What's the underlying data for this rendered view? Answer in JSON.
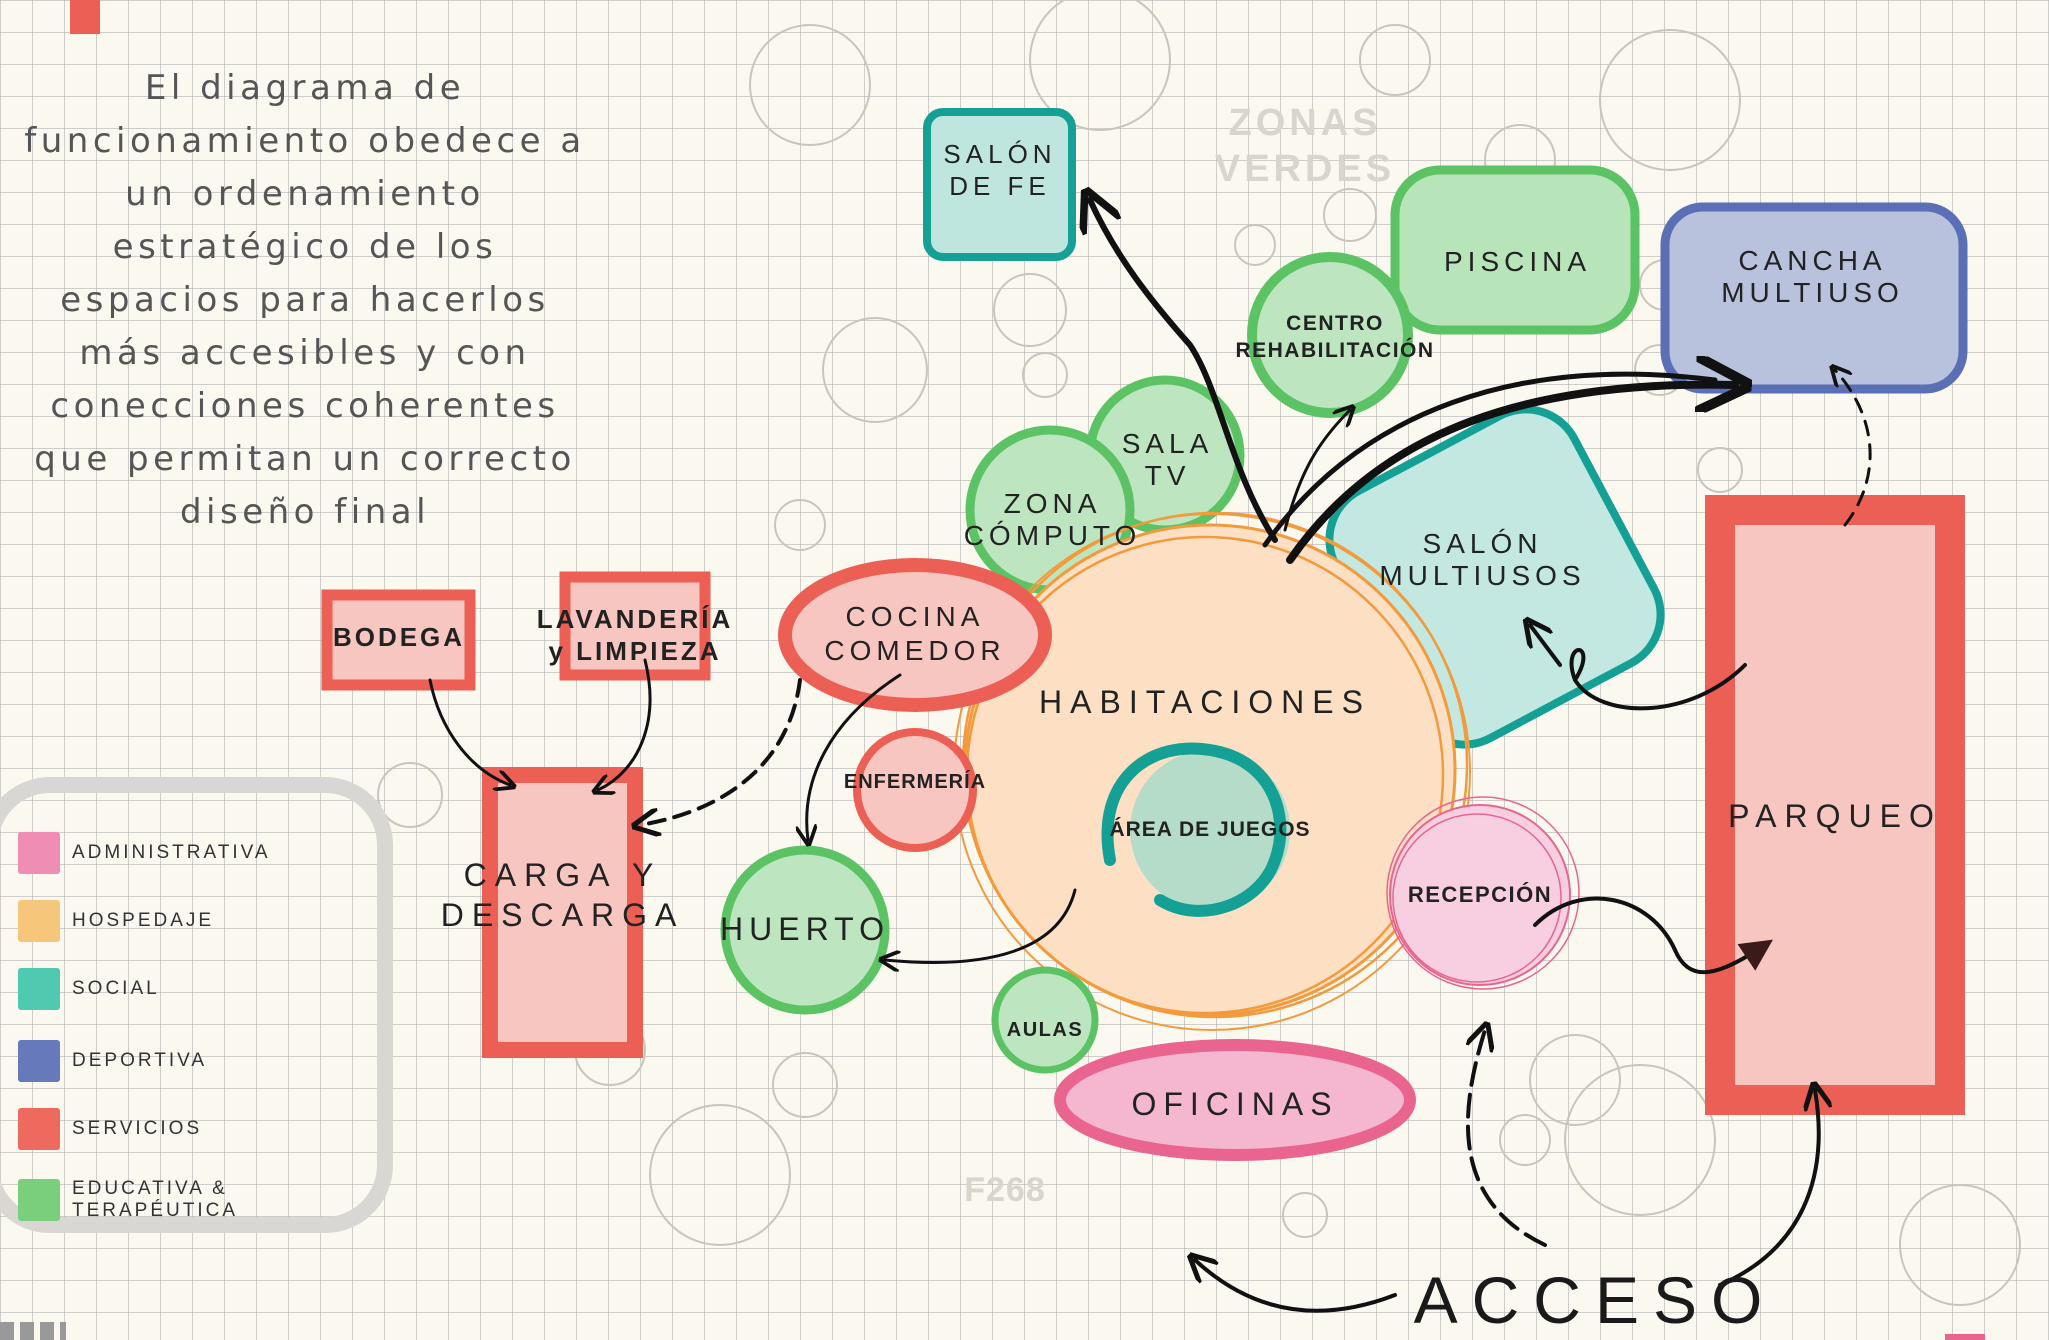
{
  "intro_text": "El diagrama de funcionamiento obedece a un ordenamiento estratégico de los espacios para  hacerlos más accesibles y con conecciones coherentes que permitan un correcto diseño final",
  "background_labels": {
    "zonas_verdes": "ZONAS VERDES",
    "code": "F268"
  },
  "spaces": {
    "salon_fe": "SALÓN DE FE",
    "piscina": "PISCINA",
    "cancha": "CANCHA MULTIUSO",
    "centro_rehab": "CENTRO REHABILITACIÓN",
    "sala_tv": "SALA TV",
    "zona_computo": "ZONA CÓMPUTO",
    "salon_multiusos": "SALÓN MULTIUSOS",
    "bodega": "BODEGA",
    "lavanderia": "LAVANDERÍA y LIMPIEZA",
    "cocina": "COCINA COMEDOR",
    "habitaciones": "HABITACIONES",
    "enfermeria": "ENFERMERÍA",
    "area_juegos": "ÁREA DE JUEGOS",
    "parqueo": "PARQUEO",
    "carga": "CARGA Y DESCARGA",
    "huerto": "HUERTO",
    "recepcion": "RECEPCIÓN",
    "aulas": "AULAS",
    "oficinas": "OFICINAS",
    "acceso": "ACCESO"
  },
  "legend": [
    {
      "label": "ADMINISTRATIVA",
      "color": "#f08db5"
    },
    {
      "label": "HOSPEDAJE",
      "color": "#f6c77a"
    },
    {
      "label": "SOCIAL",
      "color": "#4fc9b0"
    },
    {
      "label": "DEPORTIVA",
      "color": "#6679bb"
    },
    {
      "label": "SERVICIOS",
      "color": "#ee6a5e"
    },
    {
      "label": "EDUCATIVA & TERAPÉUTICA",
      "color": "#79cf7c"
    }
  ],
  "colors": {
    "servicios": "#ec5f55",
    "hospedaje": "#f29a3c",
    "social": "#1ea597",
    "deportiva": "#5a6fb5",
    "educativa": "#5cc365",
    "administrativa": "#e9658f",
    "arrow": "#111111"
  }
}
